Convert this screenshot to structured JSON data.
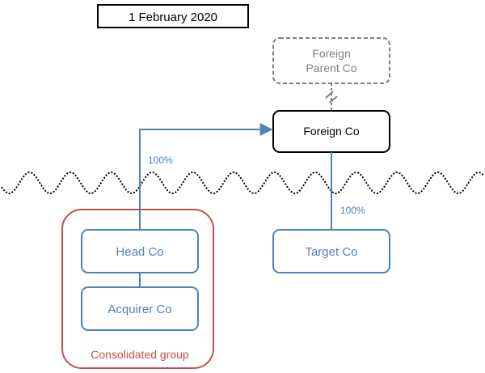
{
  "diagram": {
    "date": "1  February 2020",
    "foreign_parent": {
      "line1": "Foreign",
      "line2": "Parent Co"
    },
    "foreign_co": "Foreign Co",
    "head_co": "Head Co",
    "acquirer_co": "Acquirer Co",
    "target_co": "Target Co",
    "edge_head_to_foreign": "100%",
    "edge_foreign_to_target": "100%",
    "group_label": "Consolidated group"
  },
  "colors": {
    "blue": "#4f81bd",
    "red": "#c0504d",
    "grey": "#7f7f7f",
    "black": "#000000"
  }
}
